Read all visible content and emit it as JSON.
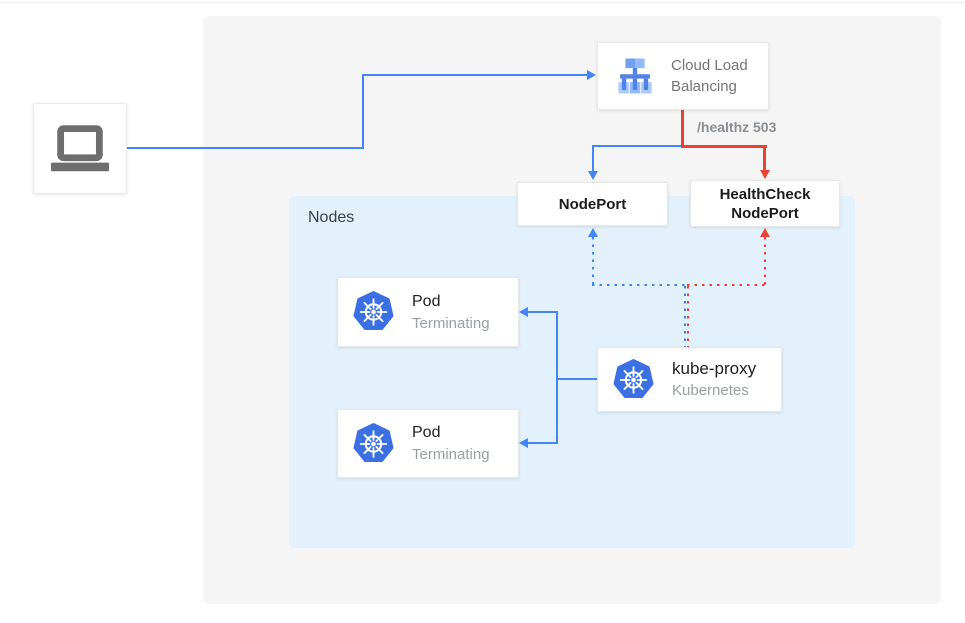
{
  "client": {
    "icon": "laptop-icon"
  },
  "cloud_load_balancing": {
    "label": "Cloud Load Balancing",
    "icon": "cloud-load-balancing-icon"
  },
  "edge_labels": {
    "healthz": "/healthz 503"
  },
  "nodeport": {
    "label": "NodePort"
  },
  "healthcheck_nodeport": {
    "label": "HealthCheck NodePort"
  },
  "nodes_panel": {
    "label": "Nodes"
  },
  "pods": [
    {
      "title": "Pod",
      "subtitle": "Terminating",
      "icon": "kubernetes-wheel-icon"
    },
    {
      "title": "Pod",
      "subtitle": "Terminating",
      "icon": "kubernetes-wheel-icon"
    }
  ],
  "kube_proxy": {
    "title": "kube-proxy",
    "subtitle": "Kubernetes",
    "icon": "kubernetes-wheel-icon"
  },
  "colors": {
    "blue": "#4285F4",
    "red": "#E94335",
    "panel_bg": "#F5F5F6",
    "nodes_bg": "#E3F1FC",
    "k8s_blue": "#3B70E4",
    "text_dark": "#212121",
    "text_gray": "#9AA0A6"
  }
}
